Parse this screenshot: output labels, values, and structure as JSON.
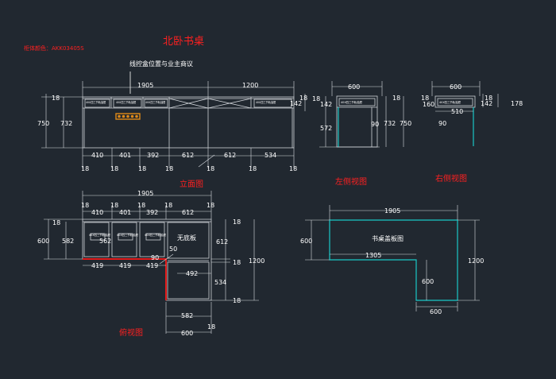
{
  "title": "北卧书桌",
  "color_note": "柜体颜色：AKK03405S",
  "cable_note": "线控盒位置与业主商议",
  "views": {
    "front": "立面图",
    "left": "左侧视图",
    "right": "右侧视图",
    "plan": "俯视图",
    "board": "书桌盖板图"
  },
  "cabinet_label": "40X四三节轨抽屉",
  "no_bottom_label": "无底板",
  "front_dims": {
    "top": [
      "1905",
      "1200"
    ],
    "left_18": "18",
    "left_750": "750",
    "left_732": "732",
    "right_18": "18",
    "right_142": "142",
    "bottom": [
      "410",
      "401",
      "392",
      "612",
      "612",
      "534"
    ],
    "bottom_18": "18"
  },
  "left_dims": {
    "w": "600",
    "a": "18",
    "b": "142",
    "c": "572",
    "d": "90",
    "e": "732",
    "f": "750",
    "g": "18"
  },
  "right_dims": {
    "w": "600",
    "a": "18",
    "b": "160",
    "c": "510",
    "d": "142",
    "e": "178",
    "f": "18",
    "g": "90"
  },
  "plan_dims": {
    "top": "1905",
    "sub": [
      "410",
      "401",
      "392",
      "612"
    ],
    "left_18": "18",
    "left_600": "600",
    "left_582": "582",
    "inner_562": "562",
    "low": [
      "419",
      "419",
      "419"
    ],
    "n90": "90",
    "n50": "50",
    "n492": "492",
    "right": [
      "18",
      "612",
      "18",
      "534",
      "18"
    ],
    "total": "1200",
    "bottom_582": "582",
    "bottom_600": "600",
    "bottom_18": "18"
  },
  "board_dims": {
    "top": "1905",
    "left": "600",
    "inner": "1305",
    "inner_v": "600",
    "right": "1200",
    "bottom": "600"
  }
}
